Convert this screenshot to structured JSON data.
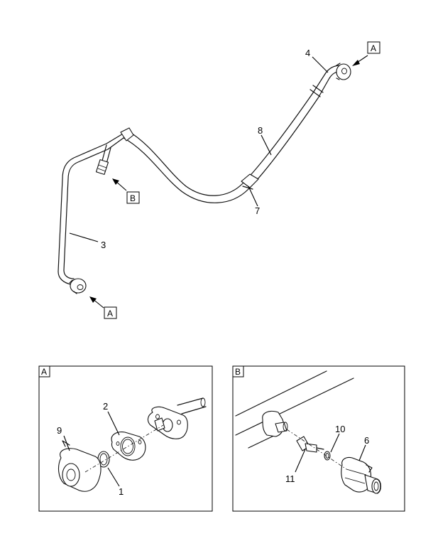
{
  "callouts": {
    "c1": "1",
    "c2": "2",
    "c3": "3",
    "c4": "4",
    "c6": "6",
    "c7": "7",
    "c8": "8",
    "c9": "9",
    "c10": "10",
    "c11": "11"
  },
  "view_refs": {
    "a_top": "A",
    "b_main": "B",
    "a_bottom": "A"
  },
  "detail_panels": {
    "a_label": "A",
    "b_label": "B"
  }
}
